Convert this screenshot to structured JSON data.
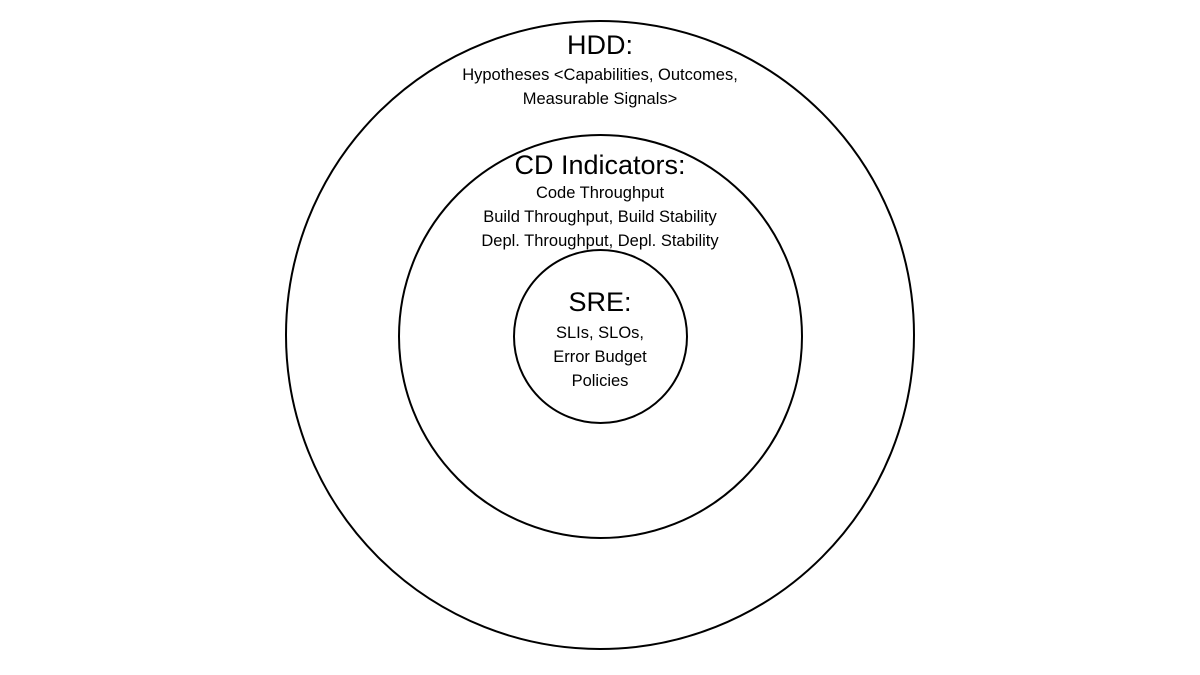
{
  "outer": {
    "title": "HDD:",
    "lines": [
      "Hypotheses <Capabilities, Outcomes,",
      "Measurable Signals>"
    ]
  },
  "middle": {
    "title": "CD Indicators:",
    "lines": [
      "Code Throughput",
      "Build Throughput, Build Stability",
      "Depl. Throughput, Depl. Stability"
    ]
  },
  "inner": {
    "title": "SRE:",
    "lines": [
      "SLIs, SLOs,",
      "Error Budget",
      "Policies"
    ]
  }
}
